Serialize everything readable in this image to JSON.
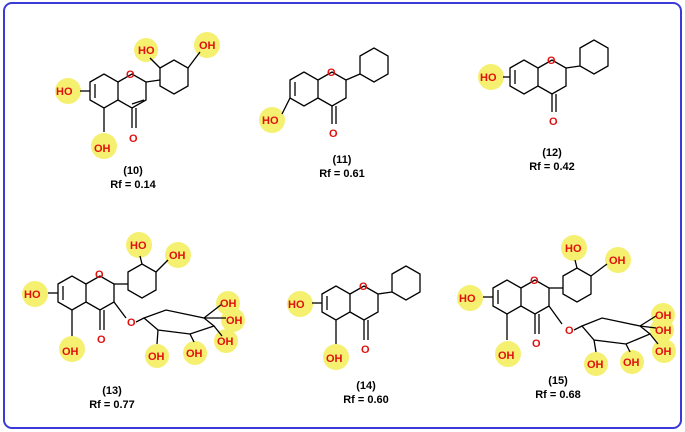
{
  "compounds": [
    {
      "id": "10",
      "number": "(10)",
      "rf": "Rf = 0.14",
      "labels": {
        "o_ring": "O",
        "carbonyl": "O",
        "oh7": "HO",
        "oh5": "OH",
        "oh2p": "HO",
        "oh4p": "OH"
      }
    },
    {
      "id": "11",
      "number": "(11)",
      "rf": "Rf = 0.61",
      "labels": {
        "o_ring": "O",
        "carbonyl": "O",
        "oh6": "HO"
      }
    },
    {
      "id": "12",
      "number": "(12)",
      "rf": "Rf = 0.42",
      "labels": {
        "o_ring": "O",
        "carbonyl": "O",
        "oh7": "HO"
      }
    },
    {
      "id": "13",
      "number": "(13)",
      "rf": "Rf = 0.77",
      "labels": {
        "o_ring": "O",
        "carbonyl": "O",
        "oh7": "HO",
        "oh5": "OH",
        "oh3p": "HO",
        "oh4p": "OH",
        "o3": "O",
        "s1": "OH",
        "s2": "OH",
        "s3": "OH",
        "s4": "OH",
        "s5": "OH"
      }
    },
    {
      "id": "14",
      "number": "(14)",
      "rf": "Rf = 0.60",
      "labels": {
        "o_ring": "O",
        "carbonyl": "O",
        "oh7": "HO",
        "oh5": "OH"
      }
    },
    {
      "id": "15",
      "number": "(15)",
      "rf": "Rf = 0.68",
      "labels": {
        "o_ring": "O",
        "carbonyl": "O",
        "oh7": "HO",
        "oh5": "OH",
        "oh3p": "HO",
        "oh4p": "OH",
        "o3": "O",
        "s1": "OH",
        "s2": "OH",
        "s3": "OH",
        "s4": "OH",
        "s5": "OH"
      }
    }
  ],
  "colors": {
    "border": "#3a3ad8",
    "highlight": "#f5f070",
    "heteroatom": "#e01010"
  }
}
